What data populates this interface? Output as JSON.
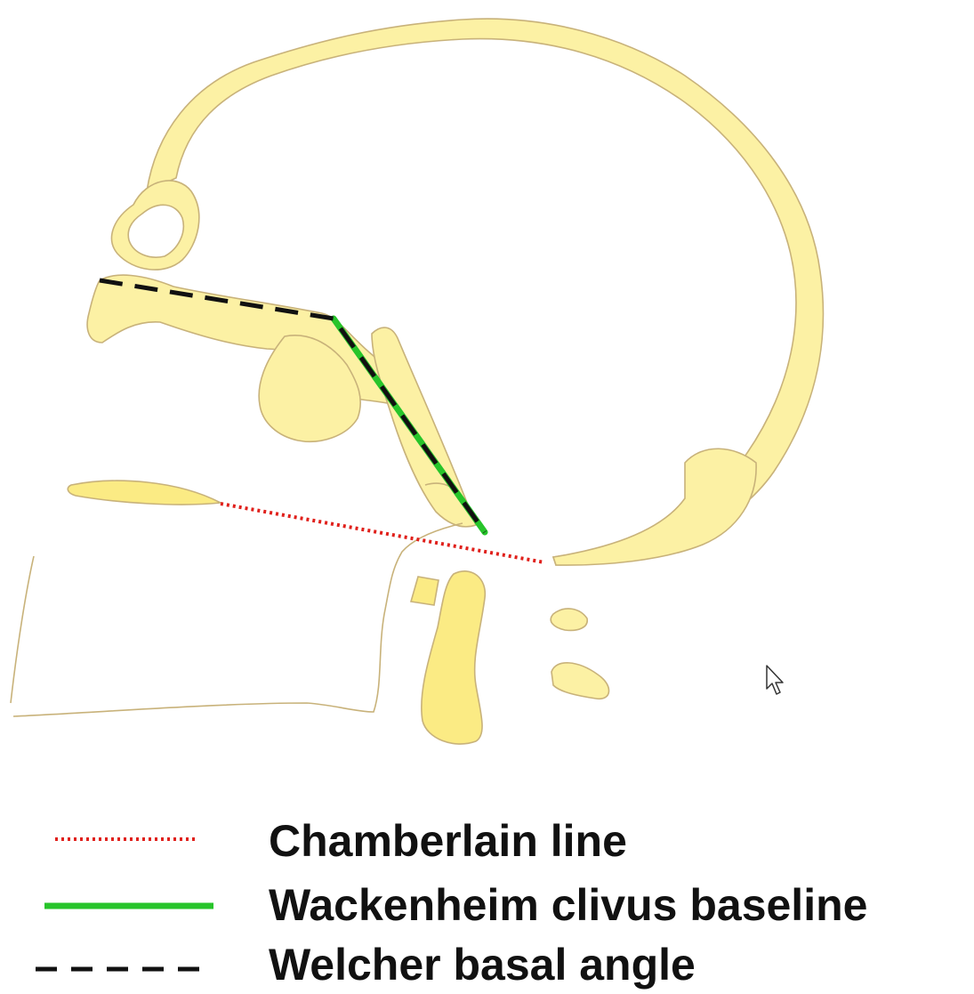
{
  "legend": {
    "items": [
      {
        "label": "Chamberlain line",
        "style": "dotted",
        "color": "#e0201b"
      },
      {
        "label": "Wackenheim clivus baseline",
        "style": "solid",
        "color": "#27c42a"
      },
      {
        "label": "Welcher basal angle",
        "style": "dashed",
        "color": "#111111"
      }
    ]
  },
  "colors": {
    "bone_fill": "#fcf1a4",
    "bone_outline": "#c8b27a",
    "chamberlain": "#e0201b",
    "wackenheim": "#27c42a",
    "welcher": "#111111"
  },
  "icons": [
    "mouse-cursor-icon"
  ]
}
